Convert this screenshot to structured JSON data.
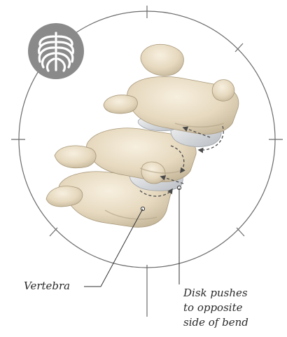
{
  "labels": {
    "vertebra": "Vertebra",
    "disk_line1": "Disk pushes",
    "disk_line2": "to opposite",
    "disk_line3": "side of bend"
  },
  "badge": {
    "icon": "rib-cage-icon",
    "background_color": "#8a8a8a",
    "icon_color": "#ffffff"
  },
  "colors": {
    "bone_light": "#efe4cf",
    "bone_mid": "#dccdb1",
    "bone_shadow": "#b7a88b",
    "disk": "#c9ccd0",
    "disk_highlight": "#eef0f2",
    "circle_stroke": "#6b6b6b",
    "leader_line": "#333333",
    "arrow": "#4a4a4a"
  }
}
